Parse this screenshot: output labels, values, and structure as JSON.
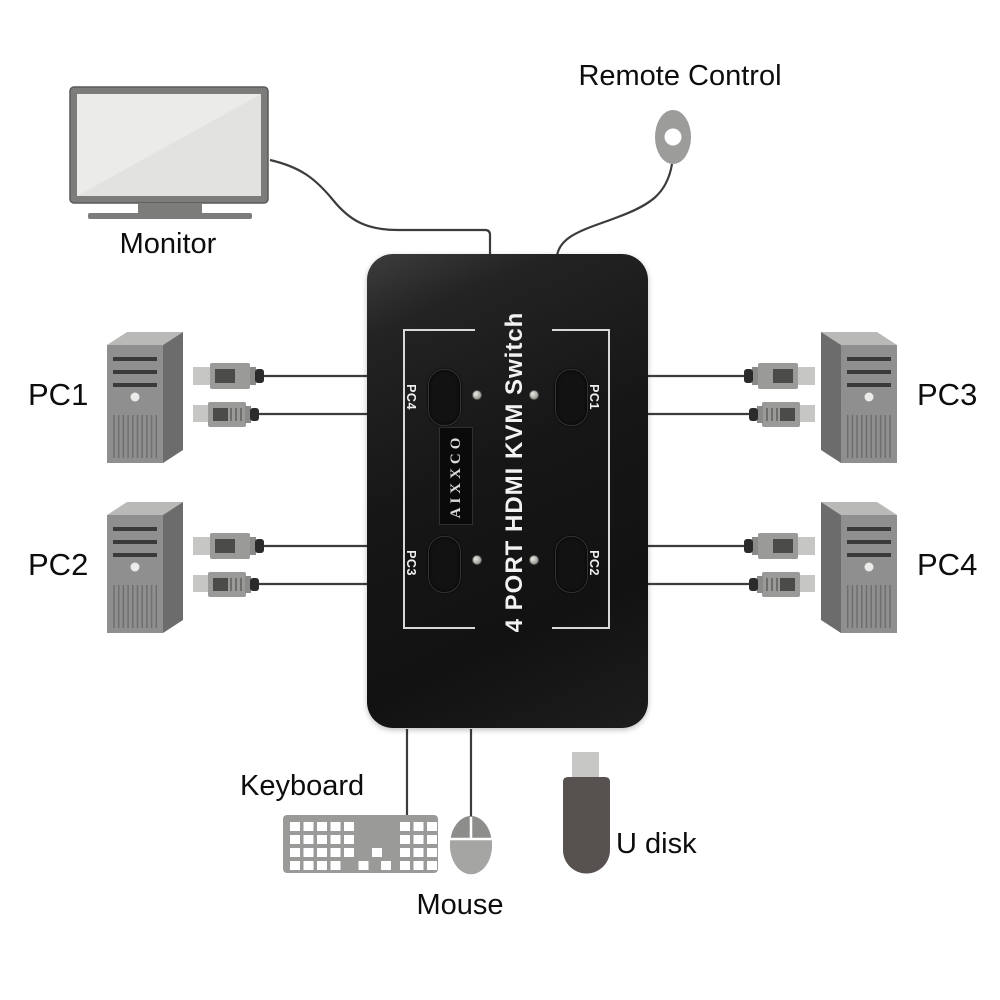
{
  "labels": {
    "monitor": "Monitor",
    "remote_control": "Remote Control",
    "keyboard": "Keyboard",
    "mouse": "Mouse",
    "u_disk": "U disk",
    "pc1": "PC1",
    "pc2": "PC2",
    "pc3": "PC3",
    "pc4": "PC4"
  },
  "device": {
    "brand": "AIXXCO",
    "title": "4 PORT HDMI KVM Switch",
    "buttons": [
      {
        "label": "PC4",
        "position": "top-left"
      },
      {
        "label": "PC1",
        "position": "top-right"
      },
      {
        "label": "PC3",
        "position": "bottom-left"
      },
      {
        "label": "PC2",
        "position": "bottom-right"
      }
    ],
    "led_count": 4
  },
  "colors": {
    "background": "#ffffff",
    "device_body": "#161616",
    "device_frame": "#d8d8d8",
    "device_text": "#f2f2f2",
    "tower_gray": "#8f8f8f",
    "cable": "#3c3c3c"
  }
}
